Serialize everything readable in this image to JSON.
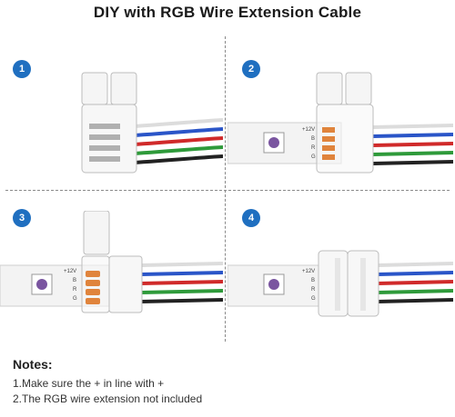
{
  "title": "DIY with RGB Wire Extension Cable",
  "steps": [
    {
      "number": "1"
    },
    {
      "number": "2"
    },
    {
      "number": "3"
    },
    {
      "number": "4"
    }
  ],
  "strip_labels": {
    "plus12v": "+12V",
    "b": "B",
    "r": "R",
    "g": "G"
  },
  "notes": {
    "title": "Notes:",
    "items": [
      "1.Make sure the + in line with +",
      "2.The RGB wire extension not included"
    ]
  },
  "colors": {
    "step_badge": "#1f6fc0",
    "wire_white": "#dcdcdc",
    "wire_blue": "#2a55c8",
    "wire_red": "#d02a2a",
    "wire_green": "#2e9a3a",
    "wire_black": "#222222",
    "contact_orange": "#e0843c"
  }
}
